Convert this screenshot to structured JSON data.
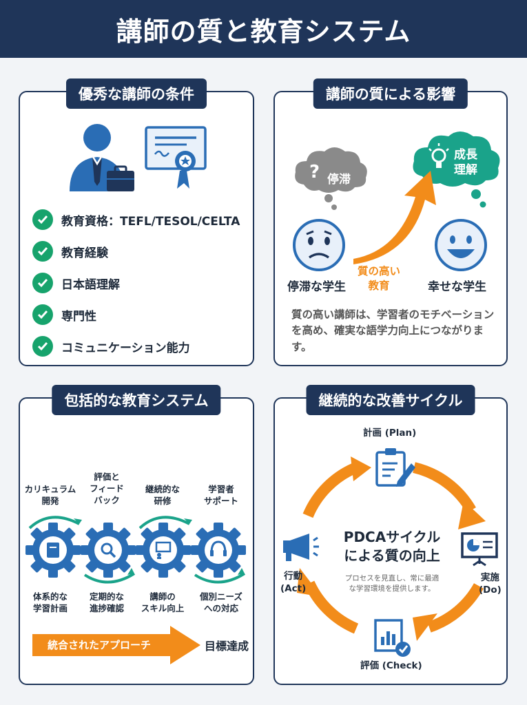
{
  "title": "講師の質と教育システム",
  "panels": {
    "conditions": {
      "title": "優秀な講師の条件",
      "items": [
        "教育資格：TEFL/TESOL/CELTA",
        "教育経験",
        "日本語理解",
        "専門性",
        "コミュニケーション能力"
      ]
    },
    "impact": {
      "title": "講師の質による影響",
      "bubble_left": "停滞",
      "bubble_right": [
        "成長",
        "理解"
      ],
      "arrow_label": [
        "質の高い",
        "教育"
      ],
      "student_left": "停滞な学生",
      "student_right": "幸せな学生",
      "description": "質の高い講師は、学習者のモチベーションを高め、確実な語学力向上につながります。"
    },
    "system": {
      "title": "包括的な教育システム",
      "gears": [
        {
          "top": [
            "カリキュラム",
            "開発"
          ],
          "bottom": [
            "体系的な",
            "学習計画"
          ],
          "icon": "book-icon"
        },
        {
          "top": [
            "評価と",
            "フィード",
            "バック"
          ],
          "bottom": [
            "定期的な",
            "進捗確認"
          ],
          "icon": "magnifier-icon"
        },
        {
          "top": [
            "継続的な",
            "研修"
          ],
          "bottom": [
            "講師の",
            "スキル向上"
          ],
          "icon": "presentation-icon"
        },
        {
          "top": [
            "学習者",
            "サポート"
          ],
          "bottom": [
            "個別ニーズ",
            "への対応"
          ],
          "icon": "headset-icon"
        }
      ],
      "arrow_label": "統合されたアプローチ",
      "goal": "目標達成"
    },
    "cycle": {
      "title": "継続的な改善サイクル",
      "center_title": [
        "PDCAサイクル",
        "による質の向上"
      ],
      "center_sub": [
        "プロセスを見直し、常に最適",
        "な学習環境を提供します。"
      ],
      "plan": "計画 (Plan)",
      "do": [
        "実施",
        "(Do)"
      ],
      "check": "評価 (Check)",
      "act": [
        "行動",
        "(Act)"
      ]
    }
  },
  "colors": {
    "navy": "#1f3559",
    "blue": "#2a6db5",
    "green": "#17a36c",
    "orange": "#f28c1a",
    "teal": "#1aa38a",
    "gray": "#8a8a8a"
  }
}
